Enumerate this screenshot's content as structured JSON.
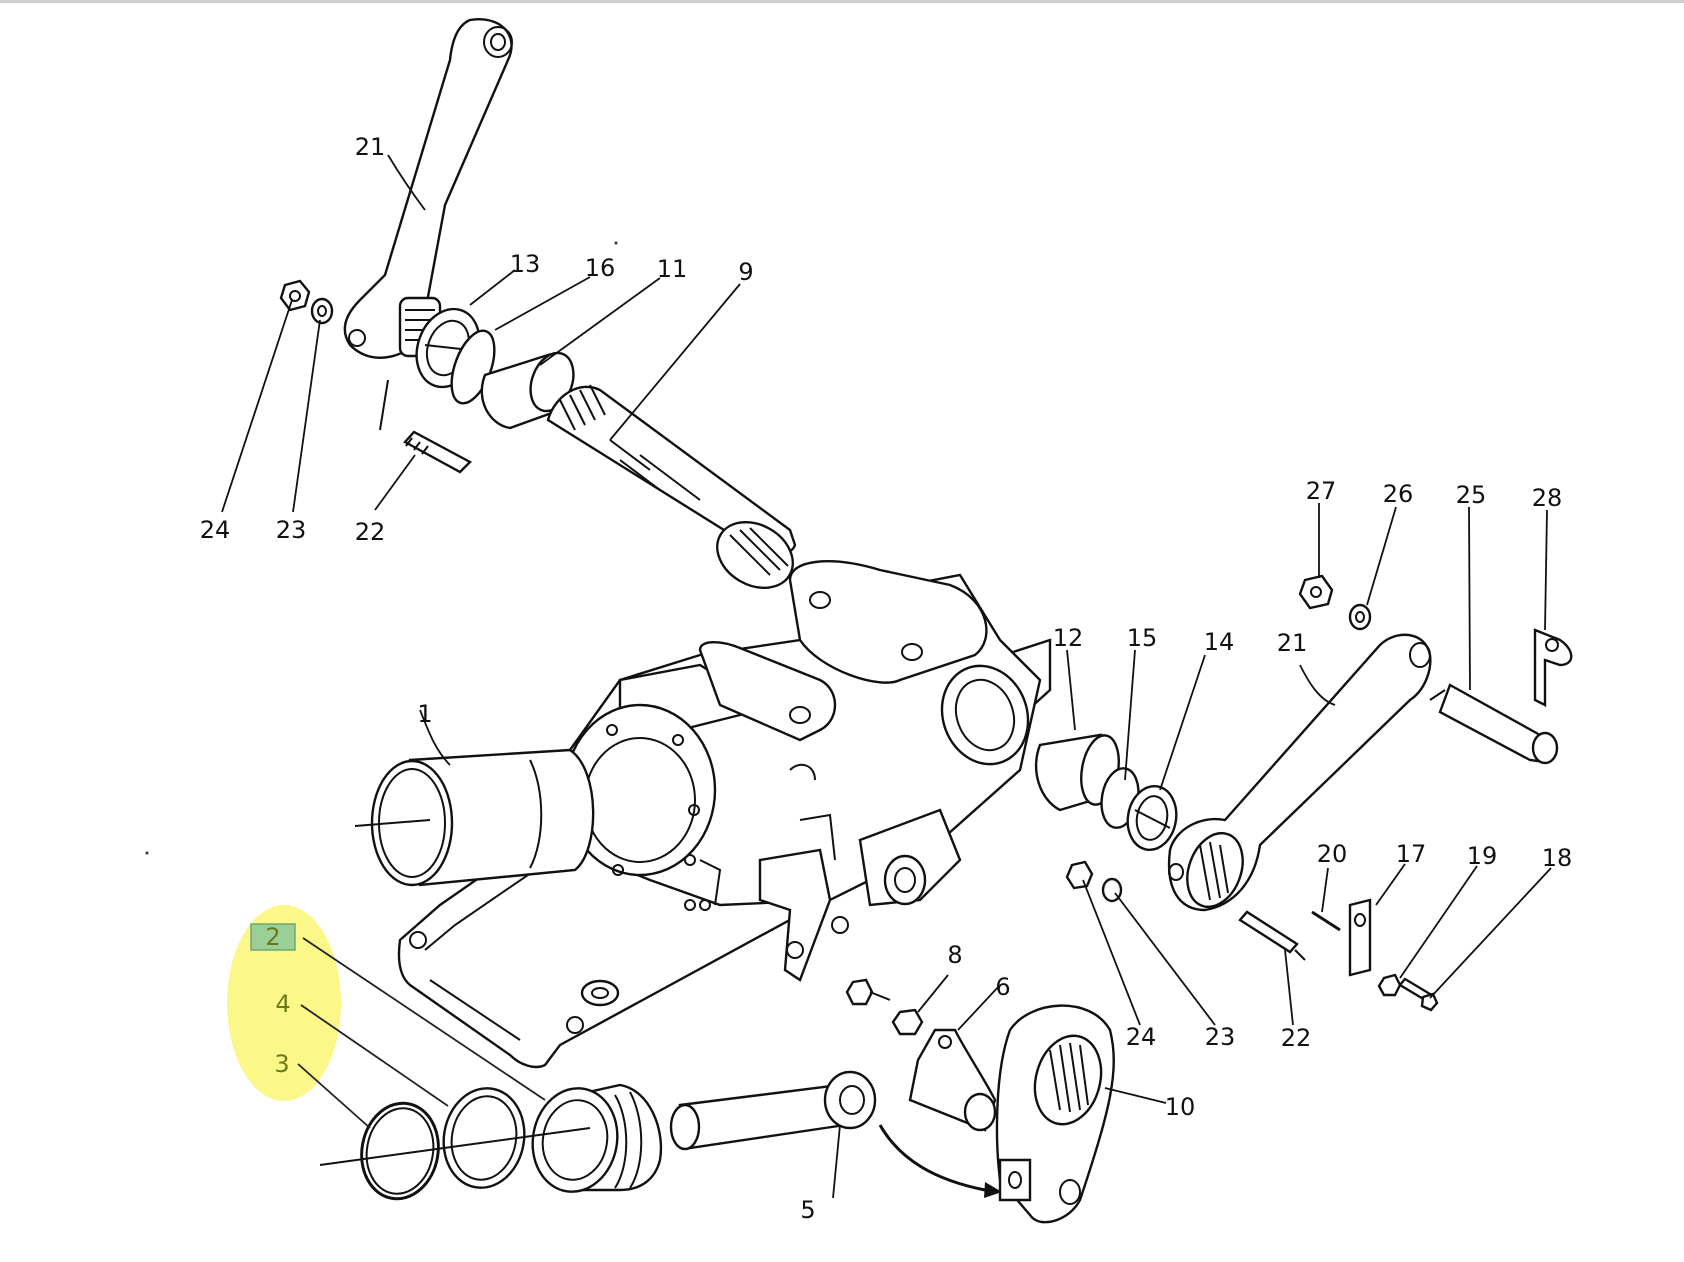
{
  "diagram": {
    "highlight_color": "#fbf789",
    "selection_color": "#9ccf98",
    "callouts": [
      {
        "id": "c2",
        "text": "2",
        "highlighted": true,
        "selected": true
      },
      {
        "id": "c4",
        "text": "4",
        "highlighted": true
      },
      {
        "id": "c3",
        "text": "3",
        "highlighted": true
      },
      {
        "id": "c1",
        "text": "1"
      },
      {
        "id": "c5",
        "text": "5"
      },
      {
        "id": "c6",
        "text": "6"
      },
      {
        "id": "c8",
        "text": "8"
      },
      {
        "id": "c9",
        "text": "9"
      },
      {
        "id": "c10",
        "text": "10"
      },
      {
        "id": "c11",
        "text": "11"
      },
      {
        "id": "c12",
        "text": "12"
      },
      {
        "id": "c13",
        "text": "13"
      },
      {
        "id": "c14",
        "text": "14"
      },
      {
        "id": "c15",
        "text": "15"
      },
      {
        "id": "c16",
        "text": "16"
      },
      {
        "id": "c17",
        "text": "17"
      },
      {
        "id": "c18",
        "text": "18"
      },
      {
        "id": "c19",
        "text": "19"
      },
      {
        "id": "c20",
        "text": "20"
      },
      {
        "id": "c21a",
        "text": "21"
      },
      {
        "id": "c21b",
        "text": "21"
      },
      {
        "id": "c22a",
        "text": "22"
      },
      {
        "id": "c22b",
        "text": "22"
      },
      {
        "id": "c23a",
        "text": "23"
      },
      {
        "id": "c23b",
        "text": "23"
      },
      {
        "id": "c24a",
        "text": "24"
      },
      {
        "id": "c24b",
        "text": "24"
      },
      {
        "id": "c25",
        "text": "25"
      },
      {
        "id": "c26",
        "text": "26"
      },
      {
        "id": "c27",
        "text": "27"
      },
      {
        "id": "c28",
        "text": "28"
      }
    ]
  }
}
